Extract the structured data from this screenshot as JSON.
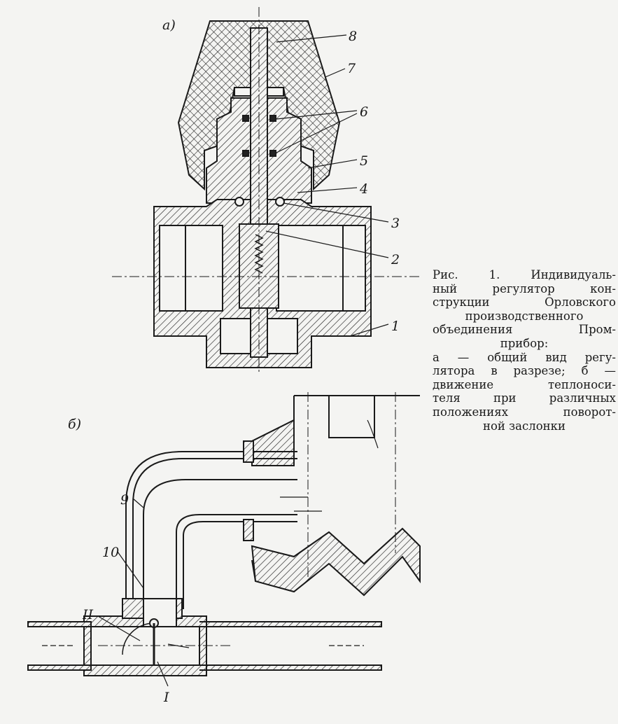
{
  "figure": {
    "part_a_label": "а)",
    "part_b_label": "б)",
    "callouts_a": [
      "1",
      "2",
      "3",
      "4",
      "5",
      "6",
      "7",
      "8"
    ],
    "callouts_b": [
      "9",
      "10",
      "II",
      "I"
    ]
  },
  "caption": {
    "lines": [
      "Рис. 1. Индивидуаль-",
      "ный регулятор кон-",
      "струкции Орловского",
      "производственного",
      "объединения Пром-",
      "прибор:",
      "а — общий вид регу-",
      "лятора в разрезе; б —",
      "движение теплоноси-",
      "теля при различных",
      "положениях поворот-",
      "ной заслонки"
    ]
  }
}
